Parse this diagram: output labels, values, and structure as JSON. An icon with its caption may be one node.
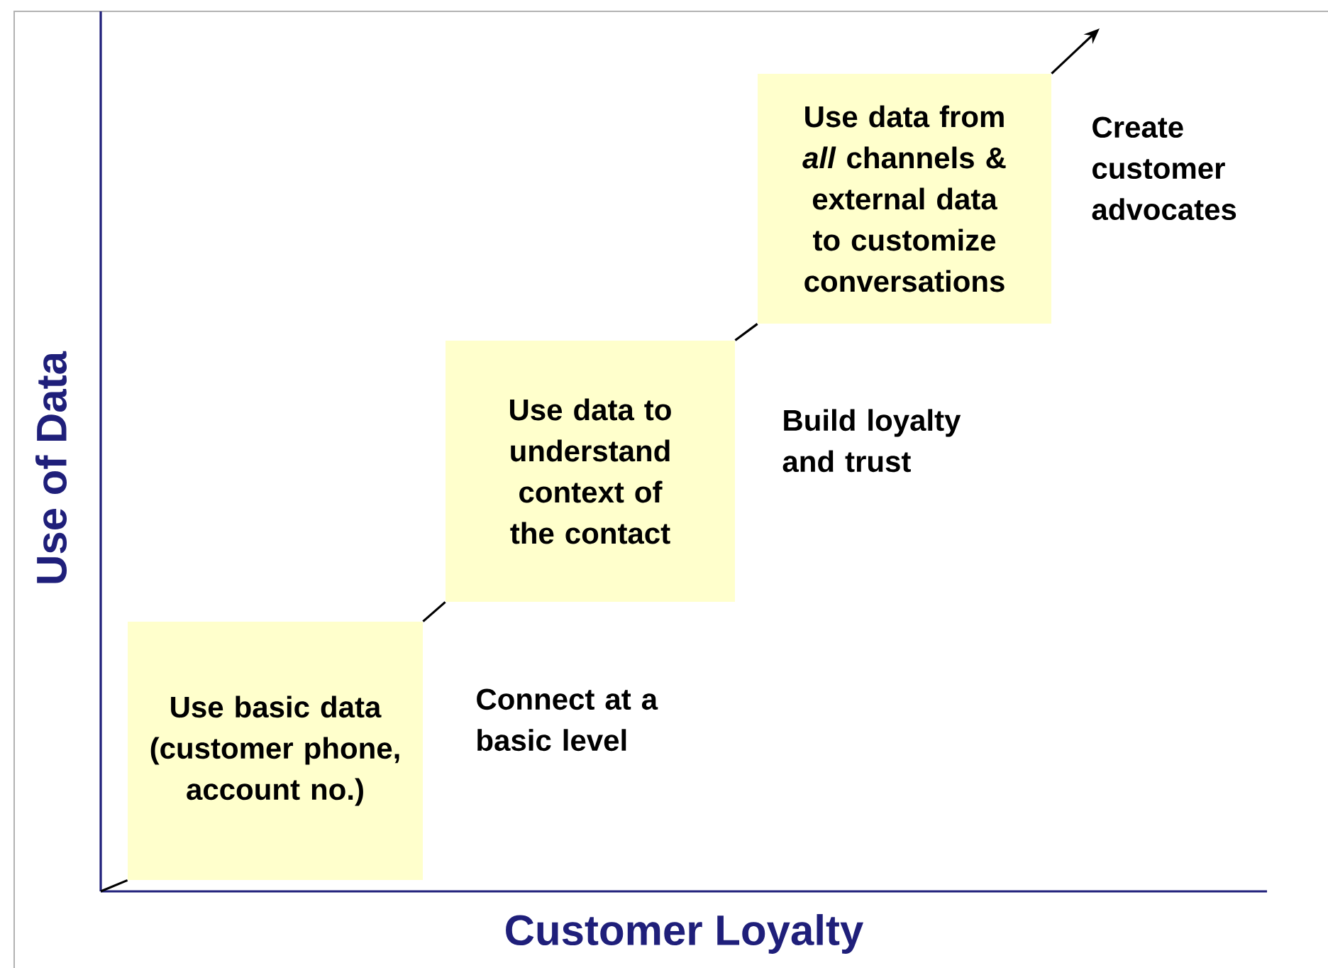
{
  "diagram": {
    "nodes": [
      {
        "text": [
          "Use basic data (customer phone, account no.)"
        ],
        "beside": [
          "Connect at a basic level"
        ]
      },
      {
        "text": [
          "Use data to understand context of the contact"
        ],
        "beside": [
          "Build loyalty and trust"
        ]
      },
      {
        "text": [
          "Use data from *all* channels & external data to customize conversations"
        ],
        "beside": [
          "Create customer advocates"
        ]
      }
    ],
    "edges": [
      {
        "from": null,
        "to": 0,
        "arrow": "none"
      },
      {
        "from": 0,
        "to": 1,
        "arrow": "none"
      },
      {
        "from": 1,
        "to": 2,
        "arrow": "none"
      },
      {
        "from": 2,
        "to": null,
        "arrow": "to"
      }
    ],
    "labels": [
      "Use of Data",
      "Customer Loyalty"
    ]
  }
}
